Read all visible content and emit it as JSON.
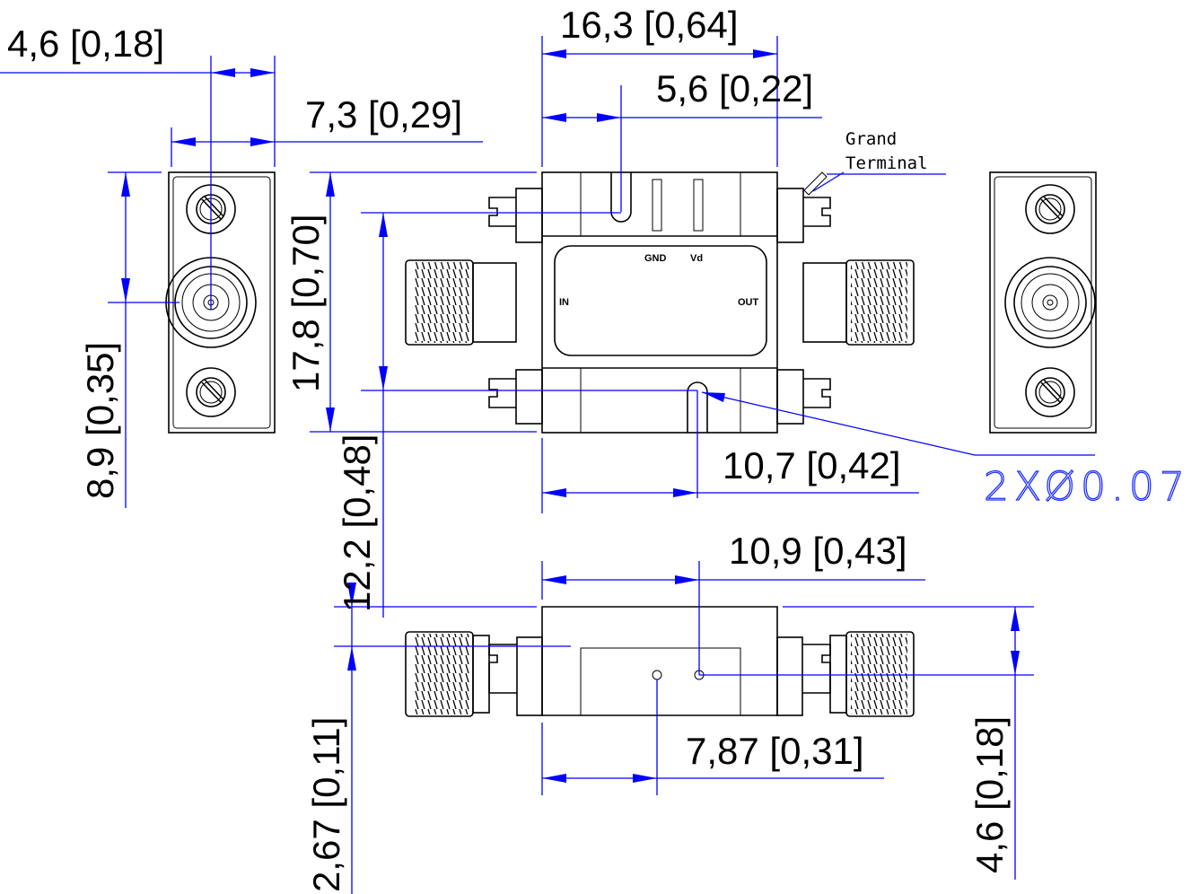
{
  "dimensions": {
    "d_4_6_top": "4,6 [0,18]",
    "d_7_3": "7,3 [0,29]",
    "d_16_3": "16,3 [0,64]",
    "d_5_6": "5,6 [0,22]",
    "d_17_8": "17,8 [0,70]",
    "d_8_9": "8,9 [0,35]",
    "d_12_2": "12,2 [0,48]",
    "d_10_7": "10,7 [0,42]",
    "d_10_9": "10,9 [0,43]",
    "d_7_87": "7,87 [0,31]",
    "d_2_67": "2,67 [0,11]",
    "d_4_6_side": "4,6 [0,18]"
  },
  "hole_note": "2XØ0.07",
  "ground_terminal": {
    "line1": "Grand",
    "line2": "Terminal"
  },
  "pins": {
    "gnd": "GND",
    "vd": "Vd",
    "in": "IN",
    "out": "OUT"
  }
}
